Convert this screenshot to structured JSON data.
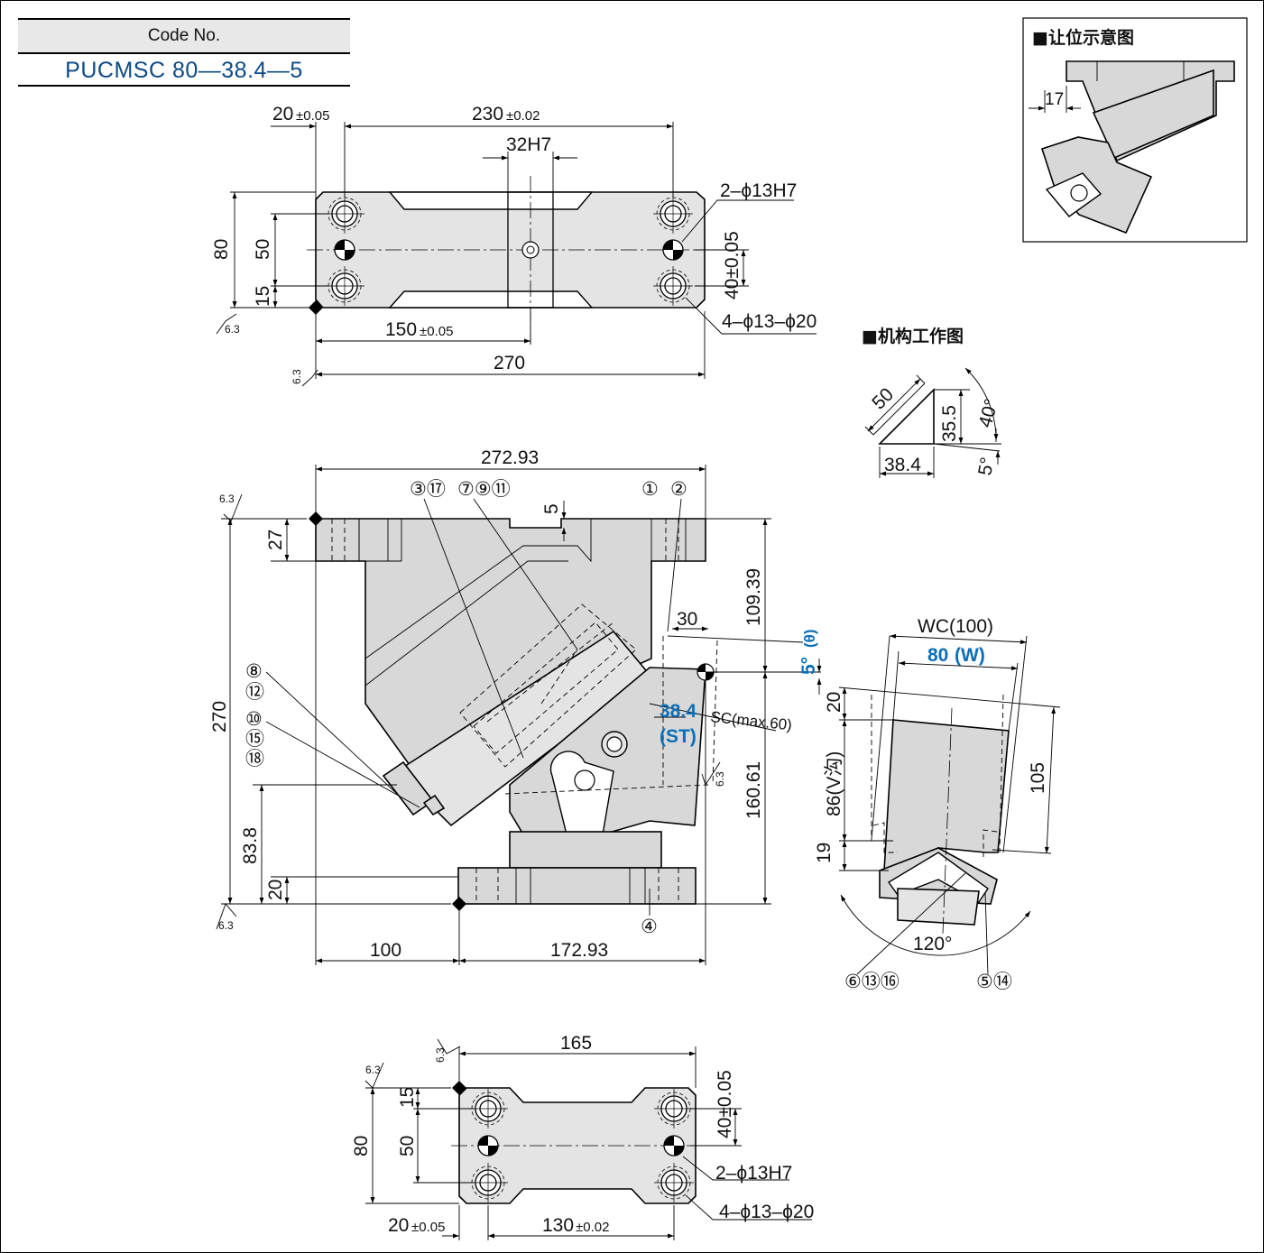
{
  "code_header": "Code No.",
  "code_value": "PUCMSC 80—38.4—5",
  "titles": {
    "clearance": "■让位示意图",
    "mechanism": "■机构工作图"
  },
  "top_view": {
    "d_20": "20",
    "d_20_tol": "±0.05",
    "d_230": "230",
    "d_230_tol": "±0.02",
    "d_32h7": "32H7",
    "d_2phi13h7": "2–ϕ13H7",
    "d_80": "80",
    "d_50": "50",
    "d_15": "15",
    "d_40": "40±0.05",
    "d_4phi": "4–ϕ13–ϕ20",
    "d_150": "150",
    "d_150_tol": "±0.05",
    "d_270": "270",
    "rough": "6.3"
  },
  "front_view": {
    "d_272_93": "272.93",
    "d_27": "27",
    "d_5": "5",
    "d_109_39": "109.39",
    "d_30": "30",
    "d_270": "270",
    "d_38_4": "38.4",
    "d_st": "(ST)",
    "d_sc": "SC(max.60)",
    "d_160_61": "160.61",
    "d_83_8": "83.8",
    "d_20": "20",
    "d_100": "100",
    "d_172_93": "172.93",
    "angle_5": "5°",
    "angle_theta": "(θ)",
    "rough": "6.3",
    "labels": {
      "l_3_17": "③⑰",
      "l_7_9_11": "⑦⑨⑪",
      "l_1": "①",
      "l_2": "②",
      "l_8": "⑧",
      "l_12": "⑫",
      "l_10": "⑩",
      "l_15": "⑮",
      "l_18": "⑱",
      "l_4": "④"
    }
  },
  "side_view": {
    "d_wc": "WC(100)",
    "d_80": "80",
    "d_w": "(W)",
    "d_20": "20",
    "d_86": "86(V沟)",
    "d_105": "105",
    "d_19": "19",
    "d_120": "120°",
    "l_6_13_16": "⑥⑬⑯",
    "l_5_14": "⑤⑭"
  },
  "mechanism": {
    "d_50": "50",
    "d_35_5": "35.5",
    "d_38_4": "38.4",
    "d_40": "40°",
    "d_5": "5°"
  },
  "clearance": {
    "d_17": "17"
  },
  "bottom_view": {
    "d_165": "165",
    "d_15": "15",
    "d_50": "50",
    "d_80": "80",
    "d_40": "40±0.05",
    "d_2phi13h7": "2–ϕ13H7",
    "d_4phi": "4–ϕ13–ϕ20",
    "d_20": "20",
    "d_20_tol": "±0.05",
    "d_130": "130",
    "d_130_tol": "±0.02",
    "rough": "6.3"
  }
}
